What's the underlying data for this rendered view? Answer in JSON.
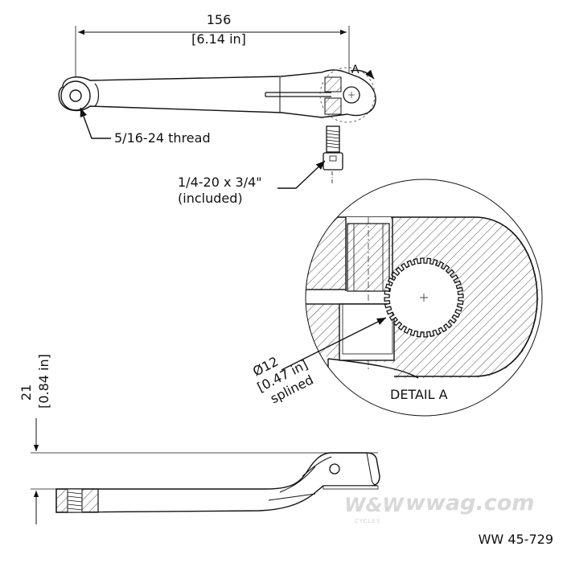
{
  "dimensions": {
    "length_mm": "156",
    "length_in": "[6.14 in]",
    "height_mm": "21",
    "height_in": "[0.84 in]",
    "spline_dia": "Ø12",
    "spline_in": "[0.47 in]",
    "spline_note": "splined"
  },
  "callouts": {
    "thread": "5/16-24 thread",
    "bolt_size": "1/4-20 x 3/4\"",
    "bolt_note": "(included)"
  },
  "detail": {
    "marker": "A",
    "label": "DETAIL A"
  },
  "watermark": {
    "brand": "W&W",
    "site": "wwag.com",
    "tagline": "CYCLES"
  },
  "part_number": "WW 45-729",
  "colors": {
    "line": "#111111",
    "fill": "#1a1a1a",
    "watermark": "#d4d4d4"
  }
}
